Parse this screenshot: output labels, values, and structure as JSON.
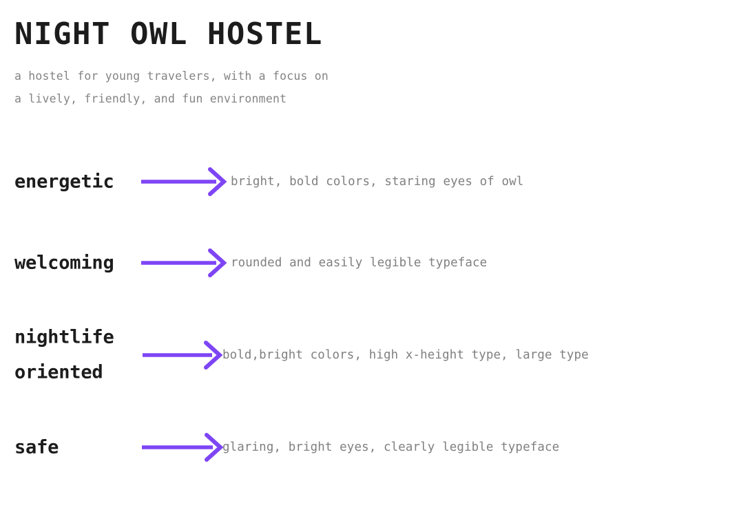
{
  "page": {
    "background_color": "#ffffff",
    "accent_color": "#7e45f5",
    "heading_color": "#1c1c1c",
    "muted_color": "#808080"
  },
  "header": {
    "title": "NIGHT OWL HOSTEL",
    "subtitle_lines": [
      "a hostel for young travelers, with a focus on",
      "a lively, friendly, and fun environment"
    ]
  },
  "attributes": {
    "arrow_icon": "arrow-right-icon",
    "rows": [
      {
        "label_lines": [
          "energetic"
        ],
        "description": "bright, bold colors, staring eyes of owl"
      },
      {
        "label_lines": [
          "welcoming"
        ],
        "description": "rounded and easily legible typeface"
      },
      {
        "label_lines": [
          "nightlife",
          "oriented"
        ],
        "description": "bold,bright colors, high x-height type, large type"
      },
      {
        "label_lines": [
          "safe"
        ],
        "description": "glaring, bright eyes, clearly legible typeface"
      }
    ]
  }
}
